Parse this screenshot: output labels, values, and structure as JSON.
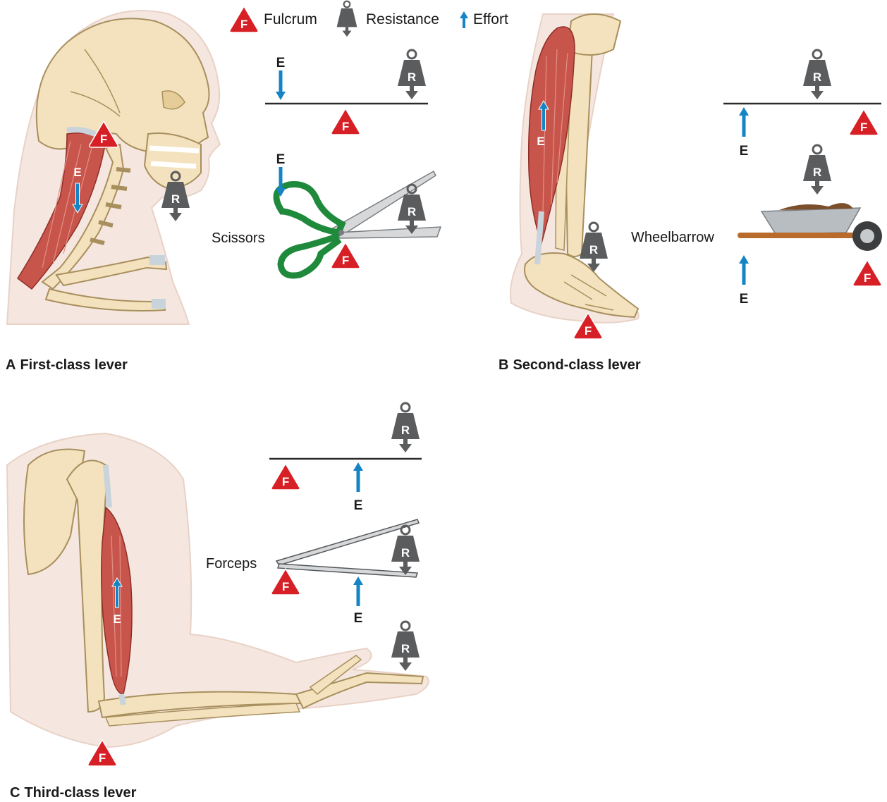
{
  "legend": {
    "fulcrum": "Fulcrum",
    "resistance": "Resistance",
    "effort": "Effort"
  },
  "symbols": {
    "fulcrum": "F",
    "resistance": "R",
    "effort": "E"
  },
  "panels": {
    "a": {
      "letter": "A",
      "title": "First-class lever",
      "tool": "Scissors"
    },
    "b": {
      "letter": "B",
      "title": "Second-class lever",
      "tool": "Wheelbarrow"
    },
    "c": {
      "letter": "C",
      "title": "Third-class lever",
      "tool": "Forceps"
    }
  },
  "colors": {
    "fulcrum": "#d71f26",
    "resistance": "#5b5c5e",
    "effort": "#1584c5",
    "bone": "#f3e2bd",
    "muscle": "#c8554c",
    "skin": "#f5e7df"
  }
}
